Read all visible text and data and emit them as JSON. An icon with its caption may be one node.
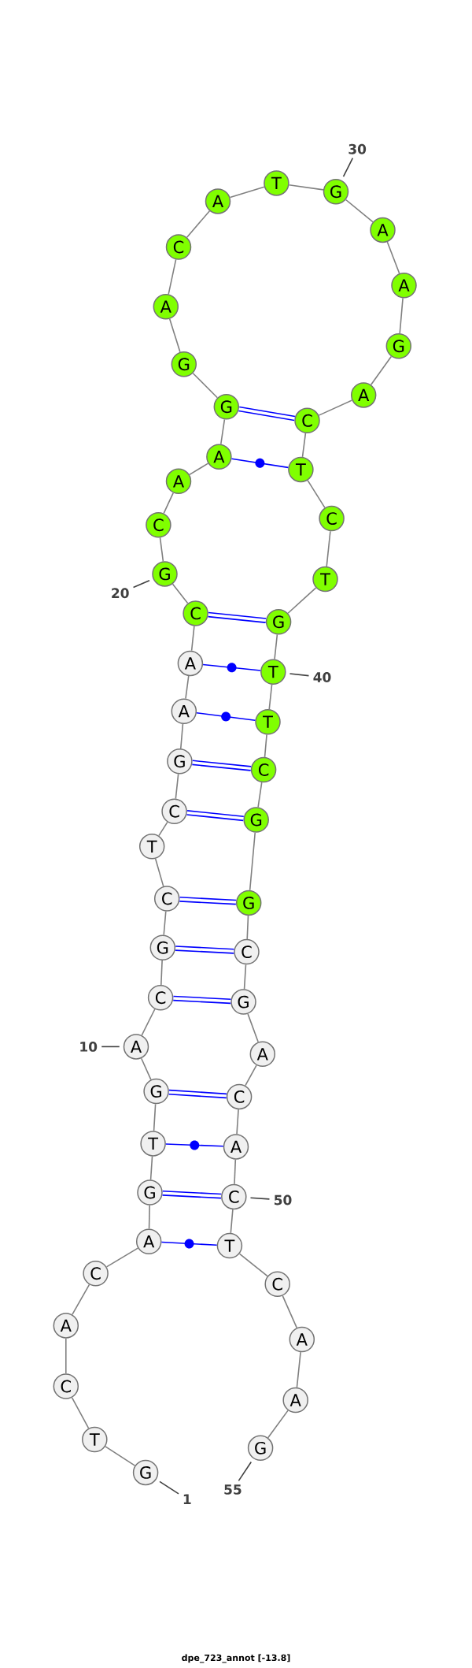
{
  "diagram": {
    "caption": "dpe_723_annot [-13.8]",
    "nodes": [
      {
        "text": [
          "G"
        ]
      },
      {
        "text": [
          "T"
        ]
      },
      {
        "text": [
          "C"
        ]
      },
      {
        "text": [
          "A"
        ]
      },
      {
        "text": [
          "C"
        ]
      },
      {
        "text": [
          "A"
        ]
      },
      {
        "text": [
          "G"
        ]
      },
      {
        "text": [
          "T"
        ]
      },
      {
        "text": [
          "G"
        ]
      },
      {
        "text": [
          "A"
        ]
      },
      {
        "text": [
          "C"
        ]
      },
      {
        "text": [
          "G"
        ]
      },
      {
        "text": [
          "C"
        ]
      },
      {
        "text": [
          "T"
        ]
      },
      {
        "text": [
          "C"
        ]
      },
      {
        "text": [
          "G"
        ]
      },
      {
        "text": [
          "A"
        ]
      },
      {
        "text": [
          "A"
        ]
      },
      {
        "text": [
          "C"
        ]
      },
      {
        "text": [
          "G"
        ]
      },
      {
        "text": [
          "C"
        ]
      },
      {
        "text": [
          "A"
        ]
      },
      {
        "text": [
          "A"
        ]
      },
      {
        "text": [
          "G"
        ]
      },
      {
        "text": [
          "G"
        ]
      },
      {
        "text": [
          "A"
        ]
      },
      {
        "text": [
          "C"
        ]
      },
      {
        "text": [
          "A"
        ]
      },
      {
        "text": [
          "T"
        ]
      },
      {
        "text": [
          "G"
        ]
      },
      {
        "text": [
          "A"
        ]
      },
      {
        "text": [
          "A"
        ]
      },
      {
        "text": [
          "G"
        ]
      },
      {
        "text": [
          "A"
        ]
      },
      {
        "text": [
          "C"
        ]
      },
      {
        "text": [
          "T"
        ]
      },
      {
        "text": [
          "C"
        ]
      },
      {
        "text": [
          "T"
        ]
      },
      {
        "text": [
          "G"
        ]
      },
      {
        "text": [
          "T"
        ]
      },
      {
        "text": [
          "T"
        ]
      },
      {
        "text": [
          "C"
        ]
      },
      {
        "text": [
          "G"
        ]
      },
      {
        "text": [
          "G"
        ]
      },
      {
        "text": [
          "C"
        ]
      },
      {
        "text": [
          "G"
        ]
      },
      {
        "text": [
          "A"
        ]
      },
      {
        "text": [
          "C"
        ]
      },
      {
        "text": [
          "A"
        ]
      },
      {
        "text": [
          "C"
        ]
      },
      {
        "text": [
          "T"
        ]
      },
      {
        "text": [
          "C"
        ]
      },
      {
        "text": [
          "A"
        ]
      },
      {
        "text": [
          "A"
        ]
      },
      {
        "text": [
          "G"
        ]
      },
      {
        "text": [
          "1"
        ]
      },
      {
        "text": [
          "10"
        ]
      },
      {
        "text": [
          "20"
        ]
      },
      {
        "text": [
          "30"
        ]
      },
      {
        "text": [
          "40"
        ]
      },
      {
        "text": [
          "50"
        ]
      },
      {
        "text": [
          "55"
        ]
      }
    ],
    "edges": [
      {
        "from": 0,
        "to": 1,
        "arrow": "none"
      },
      {
        "from": 1,
        "to": 2,
        "arrow": "none"
      },
      {
        "from": 2,
        "to": 3,
        "arrow": "none"
      },
      {
        "from": 3,
        "to": 4,
        "arrow": "none"
      },
      {
        "from": 4,
        "to": 5,
        "arrow": "none"
      },
      {
        "from": 5,
        "to": 6,
        "arrow": "none"
      },
      {
        "from": 6,
        "to": 7,
        "arrow": "none"
      },
      {
        "from": 7,
        "to": 8,
        "arrow": "none"
      },
      {
        "from": 8,
        "to": 9,
        "arrow": "none"
      },
      {
        "from": 9,
        "to": 10,
        "arrow": "none"
      },
      {
        "from": 10,
        "to": 11,
        "arrow": "none"
      },
      {
        "from": 11,
        "to": 12,
        "arrow": "none"
      },
      {
        "from": 12,
        "to": 13,
        "arrow": "none"
      },
      {
        "from": 13,
        "to": 14,
        "arrow": "none"
      },
      {
        "from": 14,
        "to": 15,
        "arrow": "none"
      },
      {
        "from": 15,
        "to": 16,
        "arrow": "none"
      },
      {
        "from": 16,
        "to": 17,
        "arrow": "none"
      },
      {
        "from": 17,
        "to": 18,
        "arrow": "none"
      },
      {
        "from": 18,
        "to": 19,
        "arrow": "none"
      },
      {
        "from": 19,
        "to": 20,
        "arrow": "none"
      },
      {
        "from": 20,
        "to": 21,
        "arrow": "none"
      },
      {
        "from": 21,
        "to": 22,
        "arrow": "none"
      },
      {
        "from": 22,
        "to": 23,
        "arrow": "none"
      },
      {
        "from": 23,
        "to": 24,
        "arrow": "none"
      },
      {
        "from": 24,
        "to": 25,
        "arrow": "none"
      },
      {
        "from": 25,
        "to": 26,
        "arrow": "none"
      },
      {
        "from": 26,
        "to": 27,
        "arrow": "none"
      },
      {
        "from": 27,
        "to": 28,
        "arrow": "none"
      },
      {
        "from": 28,
        "to": 29,
        "arrow": "none"
      },
      {
        "from": 29,
        "to": 30,
        "arrow": "none"
      },
      {
        "from": 30,
        "to": 31,
        "arrow": "none"
      },
      {
        "from": 31,
        "to": 32,
        "arrow": "none"
      },
      {
        "from": 32,
        "to": 33,
        "arrow": "none"
      },
      {
        "from": 33,
        "to": 34,
        "arrow": "none"
      },
      {
        "from": 34,
        "to": 35,
        "arrow": "none"
      },
      {
        "from": 35,
        "to": 36,
        "arrow": "none"
      },
      {
        "from": 36,
        "to": 37,
        "arrow": "none"
      },
      {
        "from": 37,
        "to": 38,
        "arrow": "none"
      },
      {
        "from": 38,
        "to": 39,
        "arrow": "none"
      },
      {
        "from": 39,
        "to": 40,
        "arrow": "none"
      },
      {
        "from": 40,
        "to": 41,
        "arrow": "none"
      },
      {
        "from": 41,
        "to": 42,
        "arrow": "none"
      },
      {
        "from": 42,
        "to": 43,
        "arrow": "none"
      },
      {
        "from": 43,
        "to": 44,
        "arrow": "none"
      },
      {
        "from": 44,
        "to": 45,
        "arrow": "none"
      },
      {
        "from": 45,
        "to": 46,
        "arrow": "none"
      },
      {
        "from": 46,
        "to": 47,
        "arrow": "none"
      },
      {
        "from": 47,
        "to": 48,
        "arrow": "none"
      },
      {
        "from": 48,
        "to": 49,
        "arrow": "none"
      },
      {
        "from": 49,
        "to": 50,
        "arrow": "none"
      },
      {
        "from": 50,
        "to": 51,
        "arrow": "none"
      },
      {
        "from": 51,
        "to": 52,
        "arrow": "none"
      },
      {
        "from": 52,
        "to": 53,
        "arrow": "none"
      },
      {
        "from": 53,
        "to": 54,
        "arrow": "none"
      },
      {
        "from": 5,
        "to": 50,
        "arrow": "none",
        "color": "#0000ff"
      },
      {
        "from": 6,
        "to": 49,
        "arrow": "none",
        "style": "thick",
        "color": "#0000ff"
      },
      {
        "from": 7,
        "to": 48,
        "arrow": "none",
        "color": "#0000ff"
      },
      {
        "from": 8,
        "to": 47,
        "arrow": "none",
        "style": "thick",
        "color": "#0000ff"
      },
      {
        "from": 10,
        "to": 45,
        "arrow": "none",
        "style": "thick",
        "color": "#0000ff"
      },
      {
        "from": 11,
        "to": 44,
        "arrow": "none",
        "style": "thick",
        "color": "#0000ff"
      },
      {
        "from": 12,
        "to": 43,
        "arrow": "none",
        "style": "thick",
        "color": "#0000ff"
      },
      {
        "from": 14,
        "to": 42,
        "arrow": "none",
        "style": "thick",
        "color": "#0000ff"
      },
      {
        "from": 15,
        "to": 41,
        "arrow": "none",
        "style": "thick",
        "color": "#0000ff"
      },
      {
        "from": 16,
        "to": 40,
        "arrow": "none",
        "color": "#0000ff"
      },
      {
        "from": 17,
        "to": 39,
        "arrow": "none",
        "color": "#0000ff"
      },
      {
        "from": 18,
        "to": 38,
        "arrow": "none",
        "style": "thick",
        "color": "#0000ff"
      },
      {
        "from": 22,
        "to": 35,
        "arrow": "none",
        "color": "#0000ff"
      },
      {
        "from": 23,
        "to": 34,
        "arrow": "none",
        "style": "thick",
        "color": "#0000ff"
      },
      {
        "from": 55,
        "to": 0,
        "arrow": "none",
        "color": "#404040"
      },
      {
        "from": 56,
        "to": 9,
        "arrow": "none",
        "color": "#404040"
      },
      {
        "from": 57,
        "to": 19,
        "arrow": "none",
        "color": "#404040"
      },
      {
        "from": 58,
        "to": 29,
        "arrow": "none",
        "color": "#404040"
      },
      {
        "from": 59,
        "to": 39,
        "arrow": "none",
        "color": "#404040"
      },
      {
        "from": 60,
        "to": 49,
        "arrow": "none",
        "color": "#404040"
      },
      {
        "from": 61,
        "to": 54,
        "arrow": "none",
        "color": "#404040"
      }
    ]
  }
}
